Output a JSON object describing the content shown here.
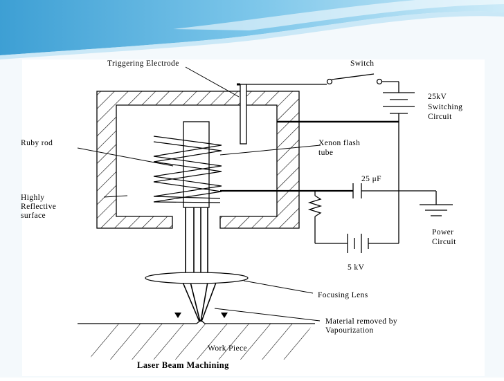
{
  "slide": {
    "banner_colors": [
      "#4aa8d8",
      "#8fd0ef",
      "#d4eef9"
    ]
  },
  "diagram": {
    "labels": {
      "triggering_electrode": "Triggering Electrode",
      "switch": "Switch",
      "switching_circuit_line1": "25kV",
      "switching_circuit_line2": "Switching",
      "switching_circuit_line3": "Circuit",
      "ruby_rod": "Ruby rod",
      "xenon_line1": "Xenon flash",
      "xenon_line2": "tube",
      "capacitor": "25 μF",
      "reflective_line1": "Highly",
      "reflective_line2": "Reflective",
      "reflective_line3": "surface",
      "power_line1": "Power",
      "power_line2": "Circuit",
      "voltage": "5 kV",
      "focusing_lens": "Focusing Lens",
      "material_line1": "Material removed by",
      "material_line2": "Vapourization",
      "work_piece": "Work Piece",
      "title": "Laser Beam Machining"
    }
  }
}
